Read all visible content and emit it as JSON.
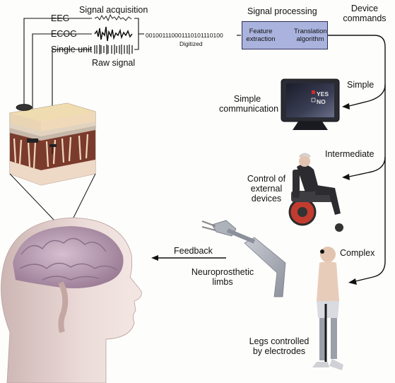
{
  "title_acquisition": "Signal acquisition",
  "title_processing": "Signal processing",
  "title_commands": "Device commands",
  "signals": [
    "EEG",
    "ECOG",
    "Single unit"
  ],
  "raw_signal": "Raw signal",
  "bitstream": "001001110001110101110100",
  "digitized": "Digitized",
  "processing_box": {
    "feature": "Feature extraction",
    "translation": "Translation algorithm"
  },
  "levels": {
    "simple": "Simple",
    "intermediate": "Intermediate",
    "complex": "Complex"
  },
  "outputs": {
    "communication": "Simple communication",
    "control": "Control of external devices",
    "limbs": "Neuroprosthetic limbs",
    "legs": "Legs controlled by electrodes"
  },
  "monitor": {
    "yes": "YES",
    "no": "NO"
  },
  "feedback": "Feedback",
  "colors": {
    "box_fill": "#a9b3dd",
    "box_border": "#2d2d55",
    "brain": "#b79ab0",
    "skin": "#e3d2cf"
  }
}
